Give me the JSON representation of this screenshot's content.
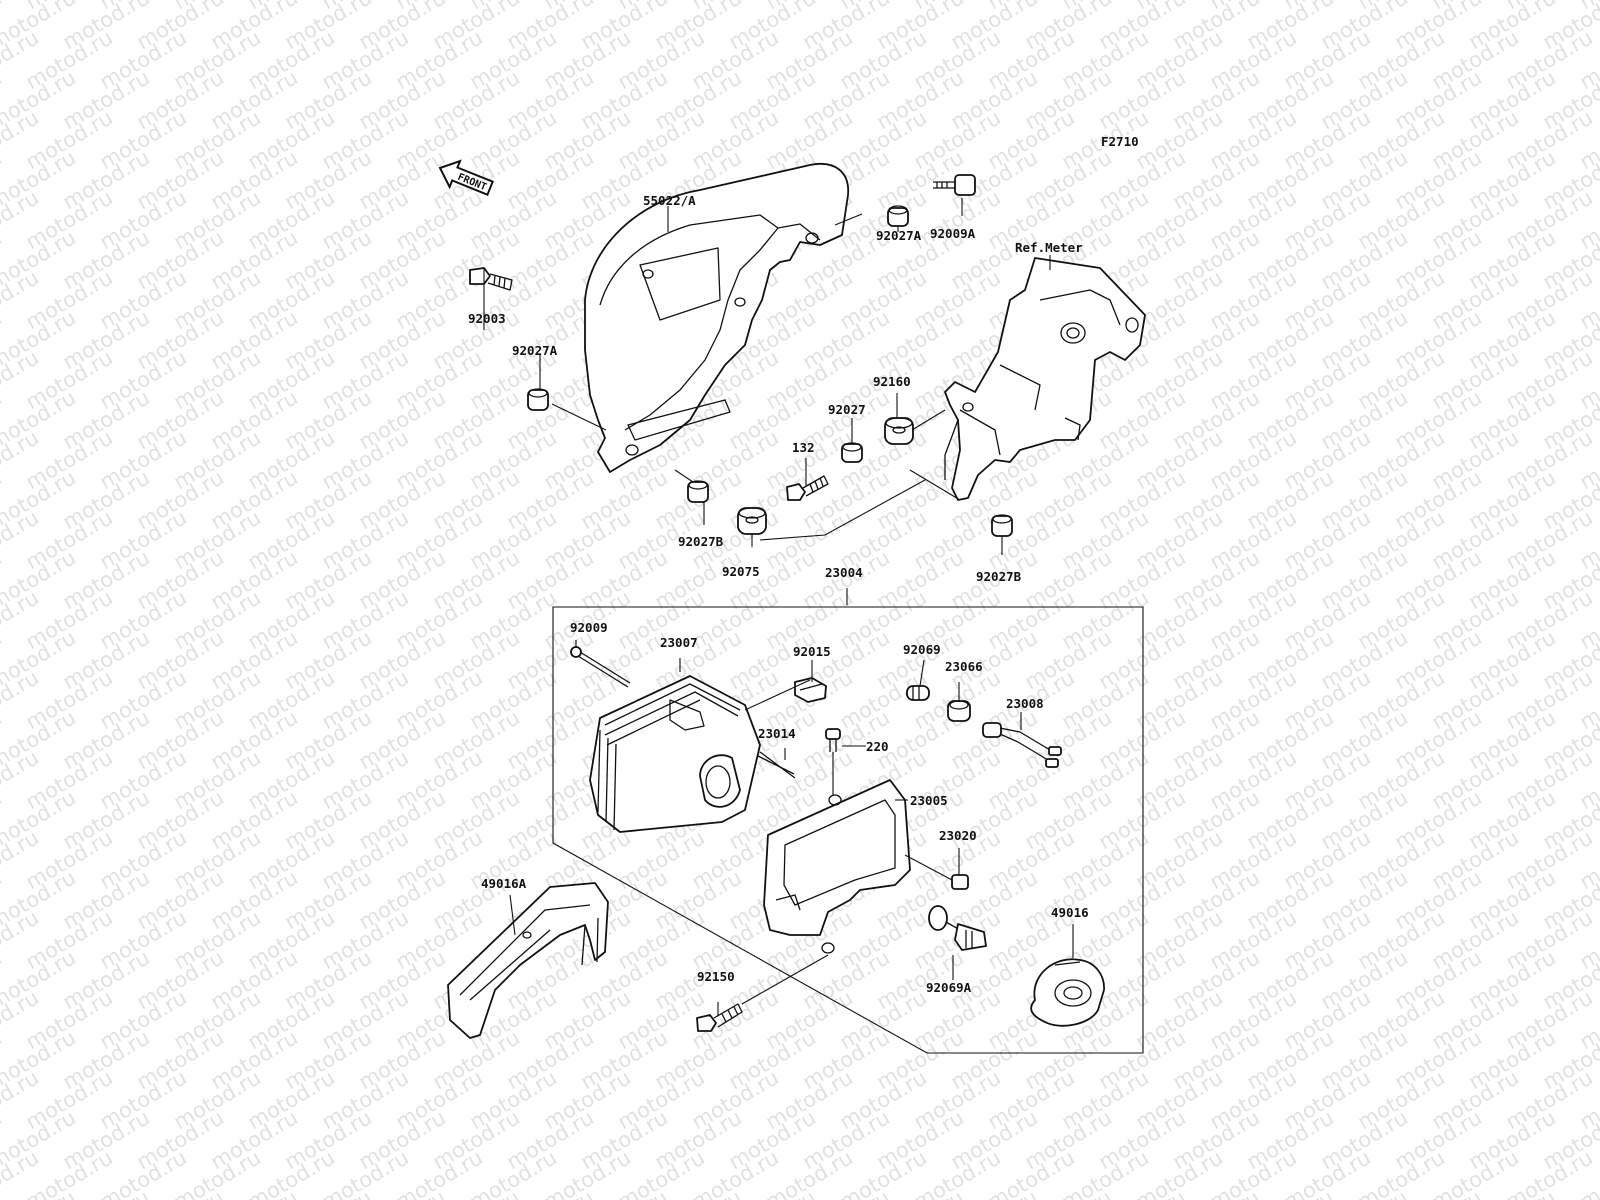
{
  "diagram": {
    "code": "F2710",
    "front_label": "FRONT",
    "ref_label": "Ref.Meter",
    "watermark": "motod.ru",
    "parts": {
      "p55022A": "55022/A",
      "p92009A": "92009A",
      "p92027A_top": "92027A",
      "p92003": "92003",
      "p92027A_left": "92027A",
      "p92160": "92160",
      "p92027": "92027",
      "p132": "132",
      "p92027B_left": "92027B",
      "p92075": "92075",
      "p92027B_right": "92027B",
      "p23004": "23004",
      "p92009": "92009",
      "p23007": "23007",
      "p92015": "92015",
      "p92069": "92069",
      "p23066": "23066",
      "p23008": "23008",
      "p23014": "23014",
      "p220": "220",
      "p23005": "23005",
      "p23020": "23020",
      "p49016A": "49016A",
      "p49016": "49016",
      "p92150": "92150",
      "p92069A": "92069A"
    }
  }
}
